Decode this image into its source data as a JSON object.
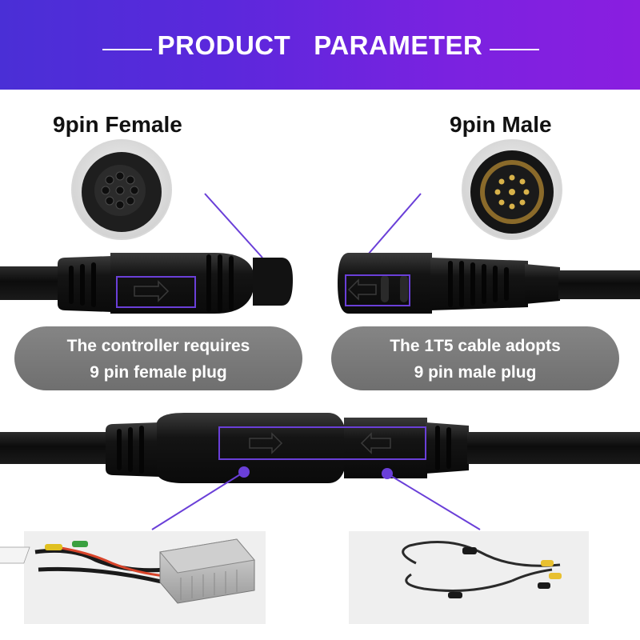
{
  "header": {
    "title": "PRODUCT   PARAMETER",
    "accent_start": "#4a2fd6",
    "accent_end": "#8a1ee0"
  },
  "connectors": {
    "female_label": "9pin Female",
    "male_label": "9pin Male"
  },
  "captions": {
    "left": {
      "line1": "The controller requires",
      "line2": "9 pin female plug"
    },
    "right": {
      "line1": "The 1T5 cable adopts",
      "line2": "9 pin male plug"
    }
  },
  "photos": {
    "left": "motor-controller-photo",
    "right": "1t5-cable-photo"
  },
  "colors": {
    "highlight": "#6a3fd8",
    "plug_body": "#151515",
    "pill": "#7a7a7a"
  }
}
